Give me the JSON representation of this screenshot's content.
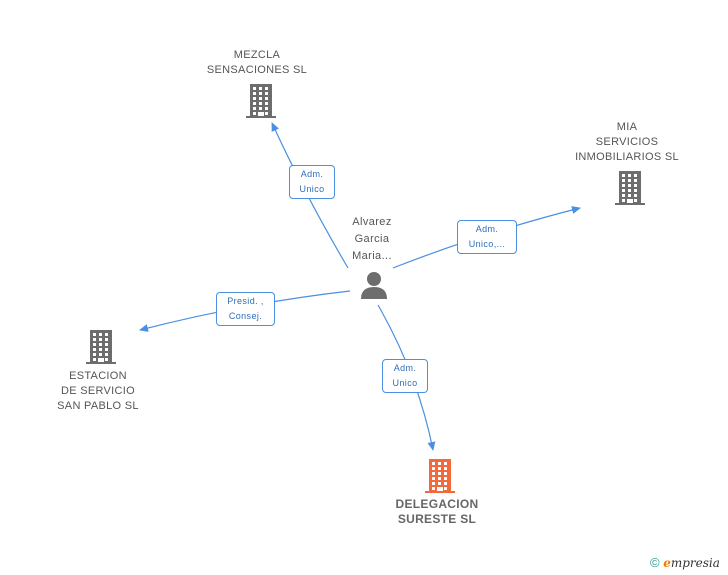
{
  "person": {
    "lines": [
      "Alvarez",
      "Garcia",
      "Maria..."
    ]
  },
  "companies": {
    "mezcla": {
      "lines": [
        "MEZCLA",
        "SENSACIONES SL"
      ]
    },
    "mia": {
      "lines": [
        "MIA",
        "SERVICIOS",
        "INMOBILIARIOS SL"
      ]
    },
    "estacion": {
      "lines": [
        "ESTACION",
        "DE SERVICIO",
        "SAN PABLO SL"
      ]
    },
    "delegacion": {
      "lines": [
        "DELEGACION",
        "SURESTE SL"
      ]
    }
  },
  "relations": {
    "mezcla": [
      "Adm.",
      "Unico"
    ],
    "mia": [
      "Adm.",
      "Unico,..."
    ],
    "estacion": [
      "Presid. ,",
      "Consej."
    ],
    "delegacion": [
      "Adm.",
      "Unico"
    ]
  },
  "colors": {
    "building": "#6d6d6d",
    "focus_building": "#f26a3c",
    "edge": "#4a8fe0",
    "person": "#6d6d6d"
  },
  "footer": {
    "copyright": "©",
    "brand_e": "e",
    "brand_rest": "mpresia"
  }
}
